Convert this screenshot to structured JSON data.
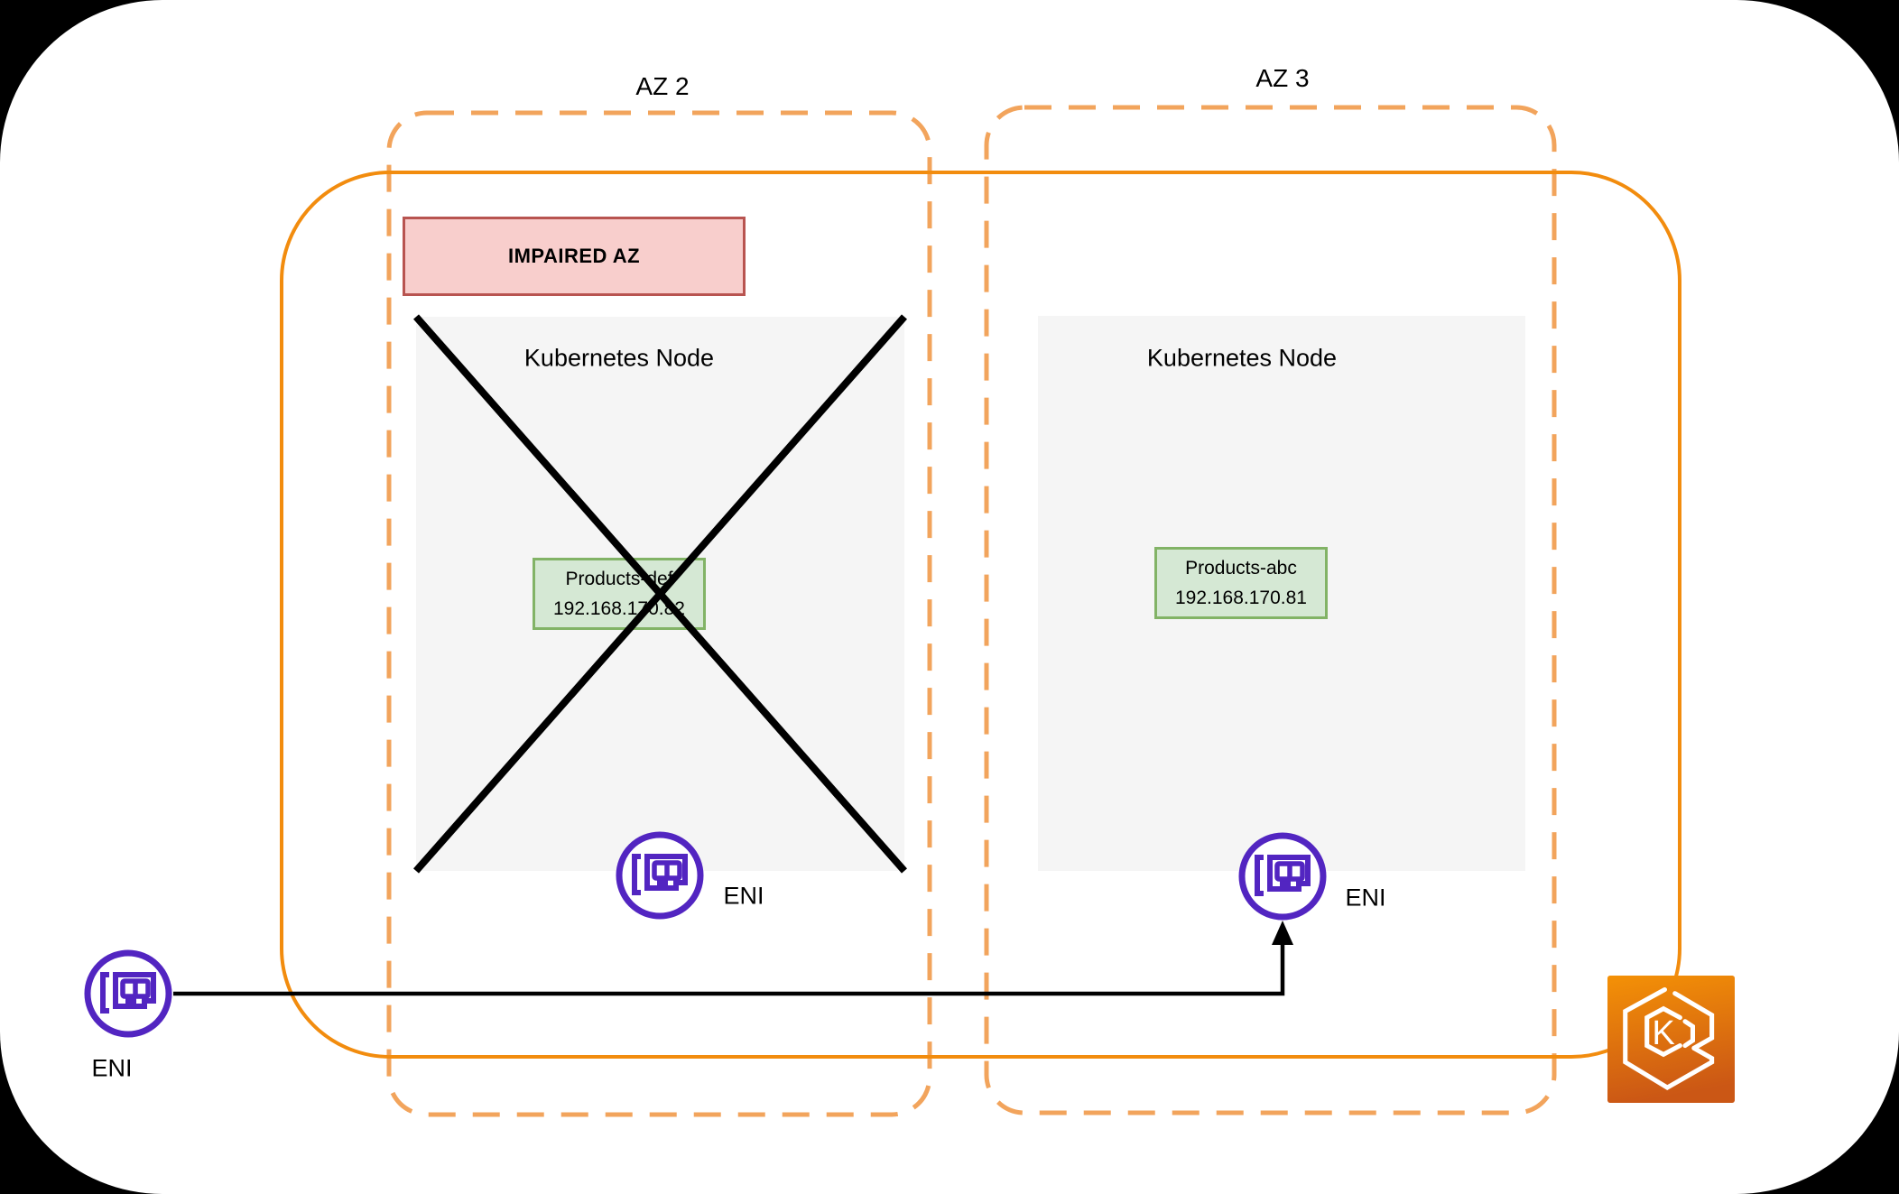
{
  "az2": {
    "label": "AZ 2",
    "impaired_banner": "IMPAIRED AZ",
    "node_title": "Kubernetes Node",
    "pod_name": "Products-def",
    "pod_ip": "192.168.170.82",
    "eni_label": "ENI"
  },
  "az3": {
    "label": "AZ 3",
    "node_title": "Kubernetes Node",
    "pod_name": "Products-abc",
    "pod_ip": "192.168.170.81",
    "eni_label": "ENI"
  },
  "external": {
    "eni_label": "ENI"
  },
  "eks": {
    "letter": "K"
  },
  "colors": {
    "vpc_border": "#F28C0E",
    "az_border": "#F2A45C",
    "impaired_fill": "#F8CECC",
    "impaired_border": "#B85450",
    "node_fill": "#F5F5F5",
    "pod_fill": "#D5E8D4",
    "pod_border": "#82B366",
    "eni_purple": "#5225C1",
    "eks_gradient_top": "#F49106",
    "eks_gradient_bottom": "#CB5715",
    "line_black": "#000000"
  }
}
